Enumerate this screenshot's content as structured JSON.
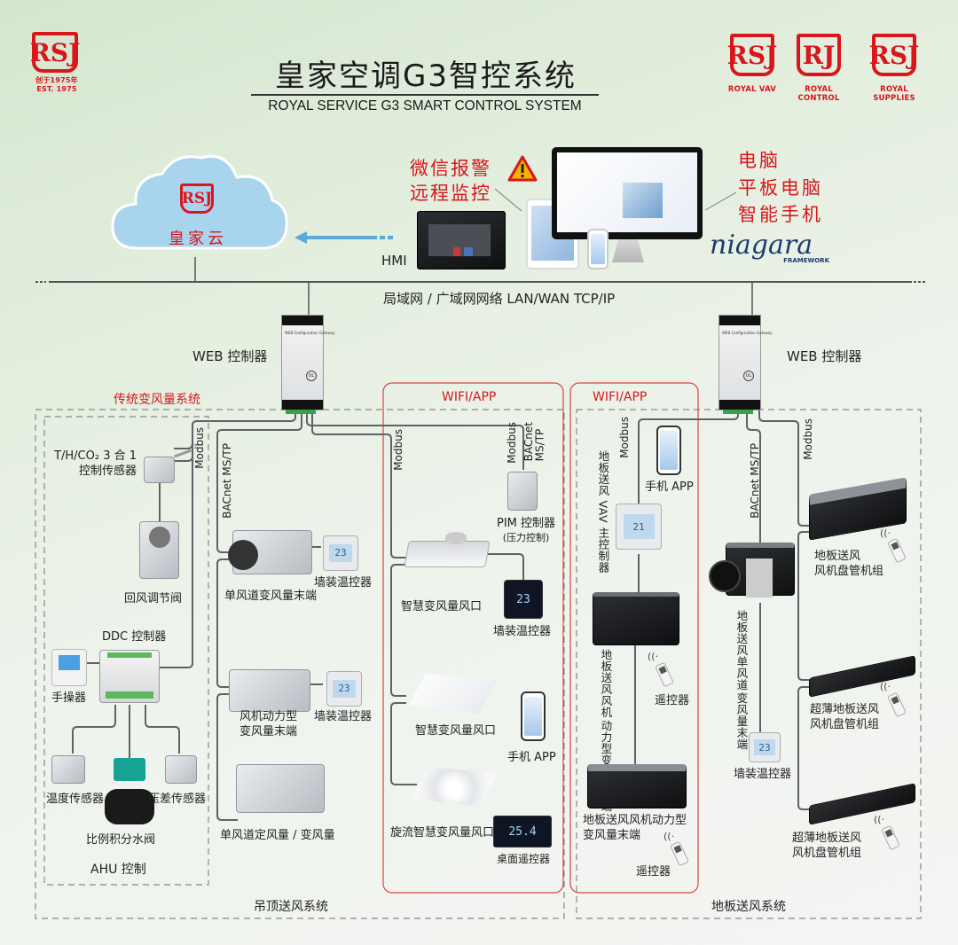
{
  "header": {
    "title_cn": "皇家空调G3智控系统",
    "title_en": "ROYAL SERVICE G3 SMART CONTROL SYSTEM",
    "main_logo": {
      "mark": "RSJ",
      "est_cn": "创于1975年",
      "est_en": "EST. 1975"
    },
    "brand_logos": [
      {
        "mark": "RSJ",
        "caption": "ROYAL VAV"
      },
      {
        "mark": "RJ",
        "caption": "ROYAL CONTROL"
      },
      {
        "mark": "RSJ",
        "caption": "ROYAL SUPPLIES"
      }
    ],
    "registered_symbol": "®"
  },
  "cloud": {
    "mark": "RSJ",
    "label": "皇家云"
  },
  "remote": {
    "alarm_line1": "微信报警",
    "alarm_line2": "远程监控",
    "alarm_icon": "warning-triangle-icon",
    "hmi_label": "HMI",
    "devices_line1": "电脑",
    "devices_line2": "平板电脑",
    "devices_line3": "智能手机",
    "niagara_word": "niagara",
    "niagara_sub": "FRAMEWORK"
  },
  "network": {
    "label": "局域网 / 广域网网络 LAN/WAN TCP/IP"
  },
  "controllers": {
    "left_label": "WEB 控制器",
    "right_label": "WEB 控制器",
    "device_text": "WEB Configuration Gateway"
  },
  "sections": {
    "traditional_vav": "传统变风量系统",
    "wifi_app_1": "WIFI/APP",
    "wifi_app_2": "WIFI/APP",
    "ceiling_system": "吊顶送风系统",
    "floor_system": "地板送风系统",
    "ahu_control": "AHU 控制"
  },
  "protocols": {
    "modbus": "Modbus",
    "bacnet": "BACnet MS/TP",
    "bacnet_line1": "BACnet",
    "bacnet_line2": "MS/TP"
  },
  "ahu": {
    "sensor_line1": "T/H/CO₂ 3 合 1",
    "sensor_line2": "控制传感器",
    "damper": "回风调节阀",
    "ddc": "DDC 控制器",
    "handheld": "手操器",
    "temp_sensor": "温度传感器",
    "pressure_sensor": "压差传感器",
    "valve": "比例积分水阀"
  },
  "ceiling": {
    "single_duct": "单风道变风量末端",
    "wall_thermostat": "墙装温控器",
    "fan_powered_line1": "风机动力型",
    "fan_powered_line2": "变风量末端",
    "constant_variable": "单风道定风量 / 变风量",
    "thermo_reading": "23"
  },
  "wifi_ceiling": {
    "pim_line1": "PIM 控制器",
    "pim_line2": "(压力控制)",
    "smart_diffuser_1": "智慧变风量风口",
    "wall_thermostat": "墙装温控器",
    "smart_diffuser_2": "智慧变风量风口",
    "phone_app": "手机 APP",
    "swirl_diffuser": "旋流智慧变风量风口",
    "desktop_remote": "桌面遥控器",
    "dark_thermo_reading": "23",
    "desktop_reading": "25.4"
  },
  "wifi_floor": {
    "master_controller": "地板送风 VAV 主控制器",
    "phone_app": "手机 APP",
    "fan_vav_line1": "地板送风风机",
    "fan_vav_line2": "动力型变风量末端",
    "remote_1": "遥控器",
    "fan_powered_line1": "地板送风风机动力型",
    "fan_powered_line2": "变风量末端",
    "remote_2": "遥控器",
    "master_reading": "21"
  },
  "floor": {
    "single_duct_line1": "地板送风单风道",
    "single_duct_line2": "变风量末端",
    "wall_thermostat": "墙装温控器",
    "fcu_line1": "地板送风",
    "fcu_line2": "风机盘管机组",
    "ultra_thin_1_line1": "超薄地板送风",
    "ultra_thin_1_line2": "风机盘管机组",
    "ultra_thin_2_line1": "超薄地板送风",
    "ultra_thin_2_line2": "风机盘管机组",
    "thermo_reading": "23"
  },
  "colors": {
    "brand_red": "#d8161c",
    "cloud_blue": "#a9d4ee",
    "arrow_blue": "#5aa9d9",
    "wire_gray": "#5f6368",
    "wifi_box_border": "#d9443f"
  }
}
